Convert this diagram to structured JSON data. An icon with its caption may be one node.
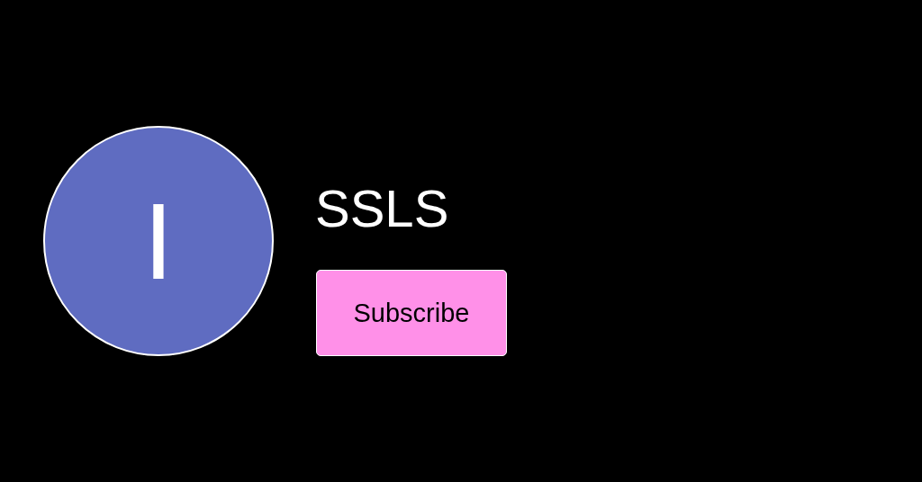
{
  "diagram": {
    "title": "SSLS",
    "nodes": [
      {
        "text": [
          "I"
        ]
      },
      {
        "text": [
          "Subscribe"
        ]
      }
    ]
  }
}
